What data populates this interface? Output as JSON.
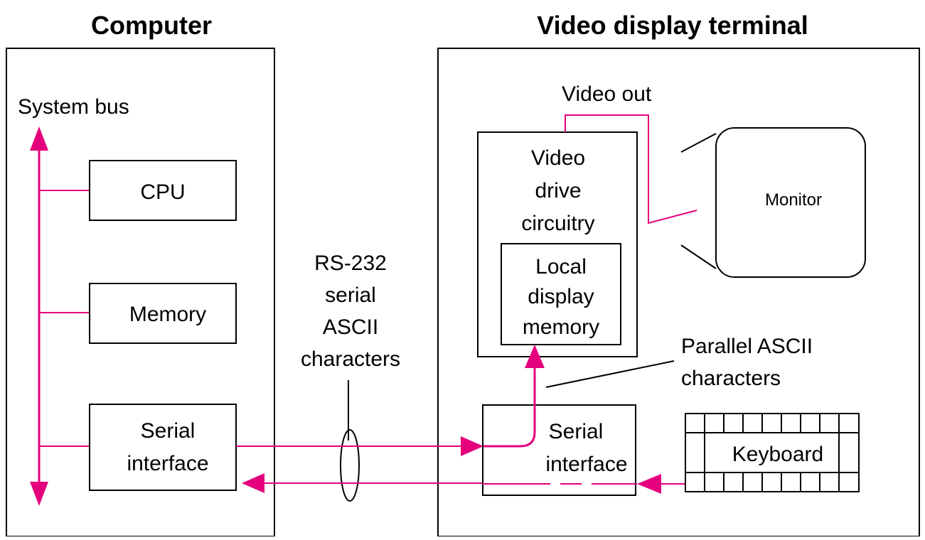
{
  "computer": {
    "title": "Computer",
    "system_bus": "System bus",
    "cpu": "CPU",
    "memory": "Memory",
    "serial_interface": [
      "Serial",
      "interface"
    ]
  },
  "link": {
    "label": [
      "RS-232",
      "serial",
      "ASCII",
      "characters"
    ]
  },
  "terminal": {
    "title": "Video display terminal",
    "video_out": "Video out",
    "video_drive": [
      "Video",
      "drive",
      "circuitry"
    ],
    "local_memory": [
      "Local",
      "display",
      "memory"
    ],
    "monitor": "Monitor",
    "parallel": [
      "Parallel ASCII",
      "characters"
    ],
    "serial_interface": [
      "Serial",
      "interface"
    ],
    "keyboard": "Keyboard"
  },
  "colors": {
    "signal": "#e4007c",
    "outline": "#000000"
  }
}
